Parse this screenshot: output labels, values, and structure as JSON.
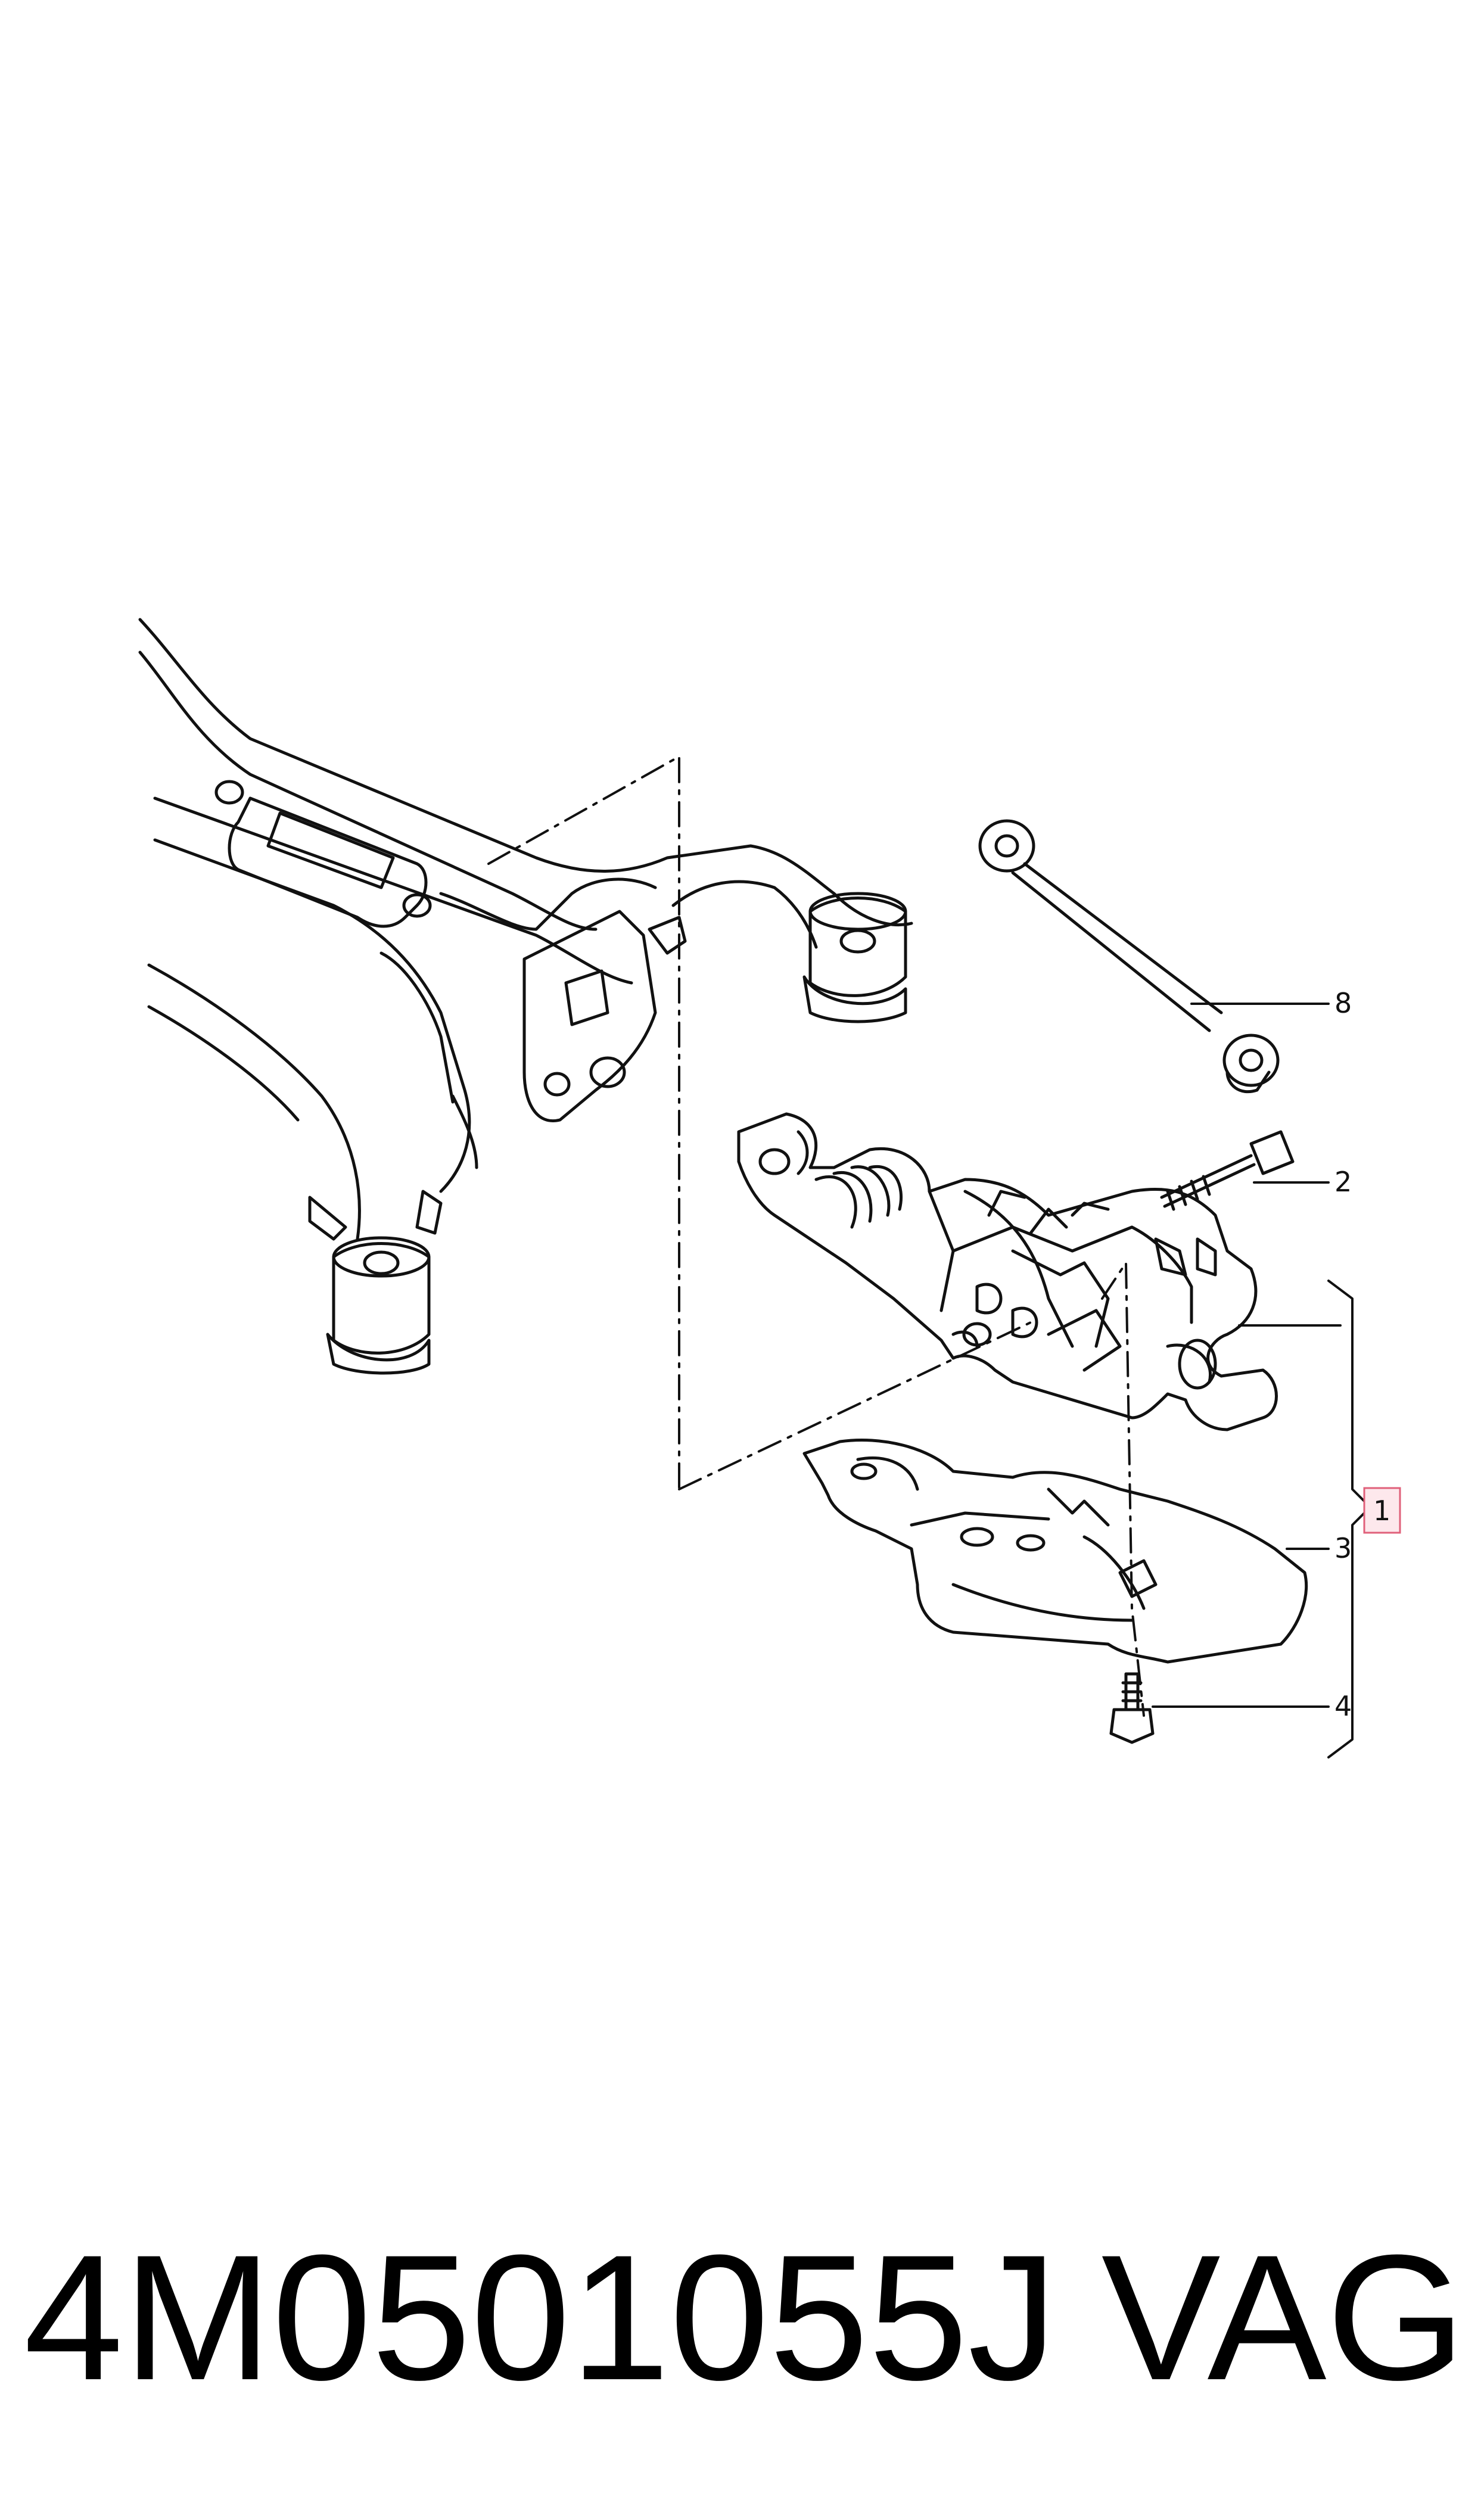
{
  "diagram": {
    "callouts": [
      {
        "id": "c8",
        "label": "8"
      },
      {
        "id": "c2",
        "label": "2"
      },
      {
        "id": "c1",
        "label": "1"
      },
      {
        "id": "c3",
        "label": "3"
      },
      {
        "id": "c4",
        "label": "4"
      }
    ],
    "parts": [
      "rear-subframe",
      "differential-housing",
      "trailing-link",
      "mounting-bolt",
      "heat-shield",
      "shield-screw"
    ],
    "colors": {
      "line": "#111111",
      "highlight_box": "#e0607a",
      "highlight_fill": "#fde8ec"
    }
  },
  "caption": {
    "part_number": "4M0501055J",
    "brand": "VAG"
  }
}
